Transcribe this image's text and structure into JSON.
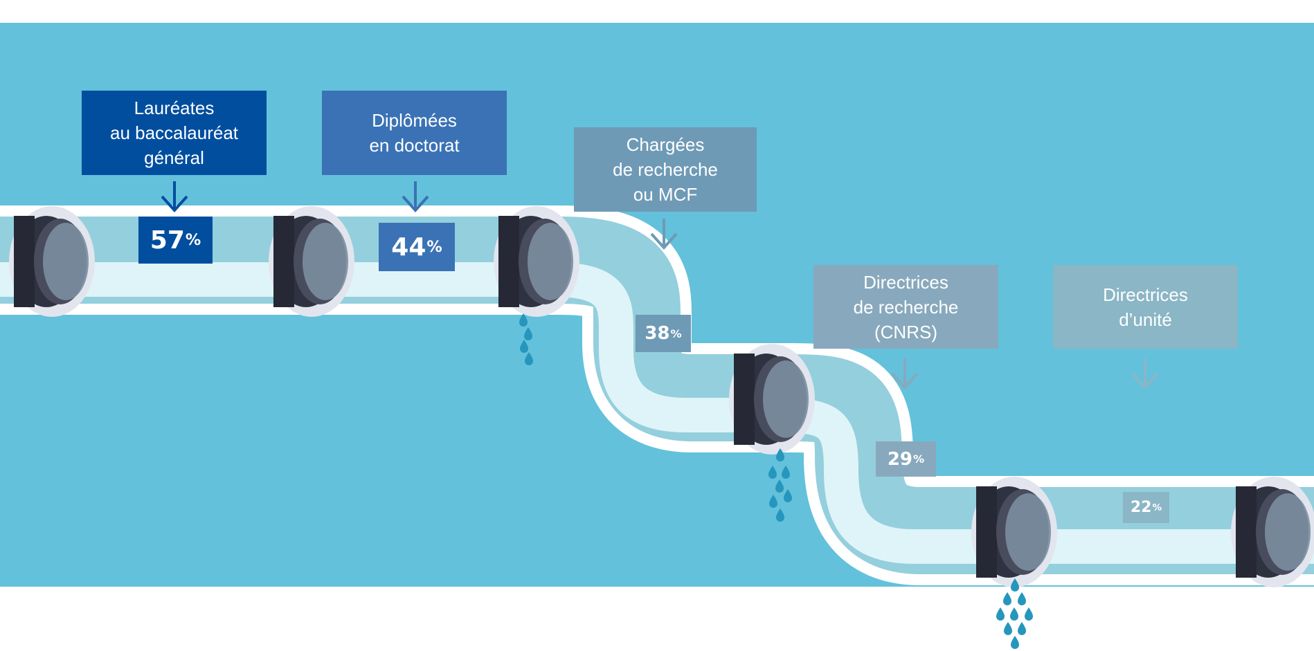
{
  "colors": {
    "background": "#63c1db",
    "stage1": "#014e9f",
    "stage2": "#3a72b5",
    "stage3": "#6e9ab6",
    "stage4": "#88a9bd",
    "stage5": "#8ab6c6",
    "pipe_inner": "#94cfdd",
    "pipe_light": "#dff4f8",
    "coupling_dark": "#2f3240",
    "drop": "#2696bd"
  },
  "stages": [
    {
      "label_lines": [
        "Lauréates",
        "au baccalauréat",
        "général"
      ],
      "value": "57",
      "unit": "%",
      "color": "#014e9f"
    },
    {
      "label_lines": [
        "Diplômées",
        "en doctorat"
      ],
      "value": "44",
      "unit": "%",
      "color": "#3a72b5"
    },
    {
      "label_lines": [
        "Chargées",
        "de recherche",
        "ou MCF"
      ],
      "value": "38",
      "unit": "%",
      "color": "#6e9ab6"
    },
    {
      "label_lines": [
        "Directrices",
        "de recherche",
        "(CNRS)"
      ],
      "value": "29",
      "unit": "%",
      "color": "#88a9bd"
    },
    {
      "label_lines": [
        "Directrices",
        "d’unité"
      ],
      "value": "22",
      "unit": "%",
      "color": "#8ab6c6"
    }
  ]
}
